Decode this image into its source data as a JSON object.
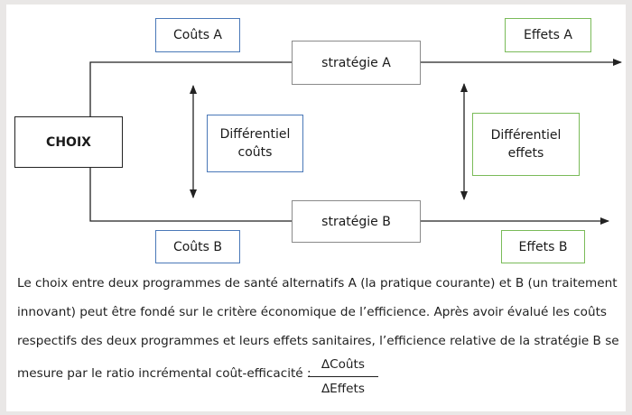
{
  "diagram": {
    "choix": "CHOIX",
    "strategie_a": "stratégie A",
    "strategie_b": "stratégie B",
    "couts_a": "Coûts A",
    "effets_a": "Effets A",
    "couts_b": "Coûts B",
    "effets_b": "Effets B",
    "differentiel_couts": "Différentiel\ncoûts",
    "differentiel_effets": "Différentiel\neffets"
  },
  "caption": {
    "line1": "Le choix entre deux programmes de santé alternatifs A (la pratique courante) et B (un traitement",
    "line2": "innovant) peut être fondé sur le critère économique de l’efficience. Après avoir évalué les coûts",
    "line3": "respectifs des deux programmes et leurs effets sanitaires, l’efficience relative de la stratégie B se",
    "line4": "mesure par le ratio incrémental coût-efficacité :",
    "ratio_numerator": "∆Coûts",
    "ratio_denominator": "∆Effets"
  },
  "colors": {
    "frame": "#e9e7e6",
    "cost_border": "#4a78b8",
    "effect_border": "#7abb59",
    "strategy_border": "#8a8a8a",
    "line": "#222222"
  }
}
